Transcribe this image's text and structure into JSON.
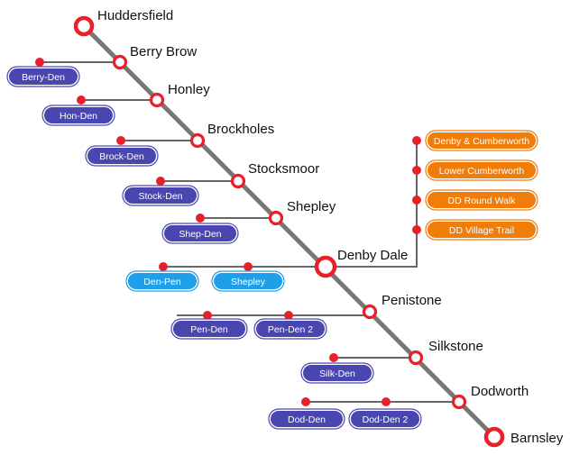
{
  "colors": {
    "main_line": "#777777",
    "branch_line": "#666666",
    "station_ring": "#e8202a",
    "node_dot": "#e8202a",
    "pill_purple": "#4a46b0",
    "pill_blue": "#1e9fe8",
    "pill_orange": "#f07d0a"
  },
  "stations": [
    {
      "name": "Huddersfield",
      "type": "terminus"
    },
    {
      "name": "Berry Brow",
      "type": "station"
    },
    {
      "name": "Honley",
      "type": "station"
    },
    {
      "name": "Brockholes",
      "type": "station"
    },
    {
      "name": "Stocksmoor",
      "type": "station"
    },
    {
      "name": "Shepley",
      "type": "station"
    },
    {
      "name": "Denby Dale",
      "type": "hub"
    },
    {
      "name": "Penistone",
      "type": "station"
    },
    {
      "name": "Silkstone",
      "type": "station"
    },
    {
      "name": "Dodworth",
      "type": "station"
    },
    {
      "name": "Barnsley",
      "type": "terminus"
    }
  ],
  "walks": [
    {
      "label": "Berry-Den",
      "color": "purple"
    },
    {
      "label": "Hon-Den",
      "color": "purple"
    },
    {
      "label": "Brock-Den",
      "color": "purple"
    },
    {
      "label": "Stock-Den",
      "color": "purple"
    },
    {
      "label": "Shep-Den",
      "color": "purple"
    },
    {
      "label": "Den-Pen",
      "color": "blue"
    },
    {
      "label": "Shepley",
      "color": "blue"
    },
    {
      "label": "Pen-Den",
      "color": "purple"
    },
    {
      "label": "Pen-Den 2",
      "color": "purple"
    },
    {
      "label": "Silk-Den",
      "color": "purple"
    },
    {
      "label": "Dod-Den",
      "color": "purple"
    },
    {
      "label": "Dod-Den 2",
      "color": "purple"
    },
    {
      "label": "Denby & Cumberworth",
      "color": "orange"
    },
    {
      "label": "Lower Cumberworth",
      "color": "orange"
    },
    {
      "label": "DD Round Walk",
      "color": "orange"
    },
    {
      "label": "DD Village Trail",
      "color": "orange"
    }
  ]
}
